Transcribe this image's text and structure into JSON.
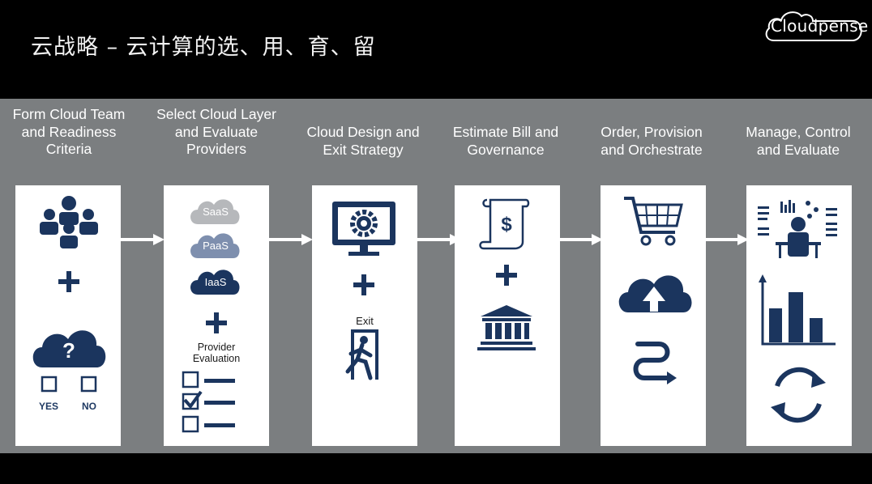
{
  "title": "云战略 – 云计算的选、用、育、留",
  "logo": {
    "text": "Cloudpense"
  },
  "colors": {
    "navy": "#1b355e",
    "panel": "#7b7e80",
    "background": "#000000"
  },
  "steps": [
    {
      "title": "Form Cloud Team and Readiness Criteria",
      "yes": "YES",
      "no": "NO"
    },
    {
      "title": "Select Cloud Layer and Evaluate Providers",
      "saas": "SaaS",
      "paas": "PaaS",
      "iaas": "IaaS",
      "provider": "Provider Evaluation"
    },
    {
      "title": "Cloud Design and Exit Strategy",
      "exit": "Exit"
    },
    {
      "title": "Estimate Bill and Governance"
    },
    {
      "title": "Order, Provision and Orchestrate"
    },
    {
      "title": "Manage, Control and Evaluate"
    }
  ],
  "icons": [
    "team-icon",
    "plus-icon",
    "question-cloud-icon",
    "checkbox-icon",
    "saas-cloud-icon",
    "paas-cloud-icon",
    "iaas-cloud-icon",
    "checklist-icon",
    "monitor-gear-icon",
    "exit-door-icon",
    "invoice-scroll-icon",
    "bank-icon",
    "shopping-cart-icon",
    "cloud-upload-icon",
    "route-icon",
    "analyst-dashboard-icon",
    "bar-chart-icon",
    "refresh-cycle-icon"
  ]
}
